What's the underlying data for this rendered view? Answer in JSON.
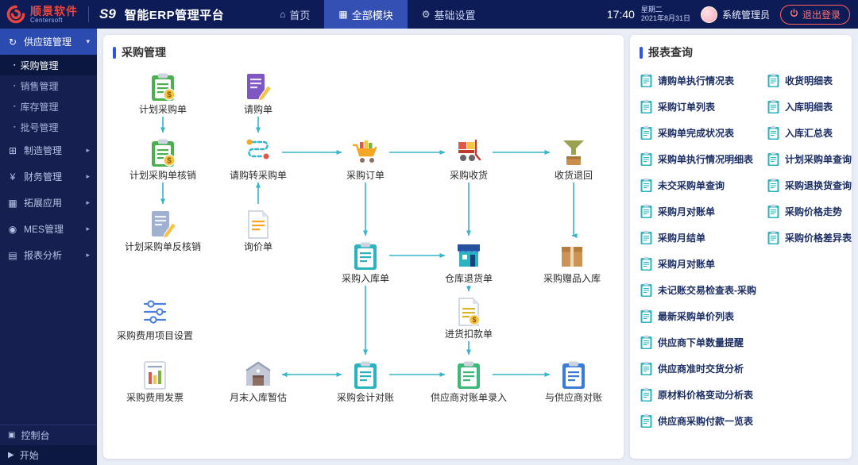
{
  "topbar": {
    "brand": {
      "name": "顺景软件",
      "sub": "Centersoft",
      "product": "S9",
      "platform": "智能ERP管理平台"
    },
    "nav": [
      {
        "label": "首页",
        "icon": "home",
        "active": false
      },
      {
        "label": "全部模块",
        "icon": "modules",
        "active": true
      },
      {
        "label": "基础设置",
        "icon": "settings",
        "active": false
      }
    ],
    "clock": {
      "time": "17:40",
      "weekday": "星期二",
      "date": "2021年8月31日"
    },
    "user": {
      "name": "系统管理员"
    },
    "logout_label": "退出登录"
  },
  "sidebar": {
    "groups": [
      {
        "label": "供应链管理",
        "icon": "supply-chain",
        "expanded": true,
        "children": [
          {
            "label": "采购管理",
            "active": true
          },
          {
            "label": "销售管理",
            "active": false
          },
          {
            "label": "库存管理",
            "active": false
          },
          {
            "label": "批号管理",
            "active": false
          }
        ]
      },
      {
        "label": "制造管理",
        "icon": "manufacturing"
      },
      {
        "label": "财务管理",
        "icon": "finance"
      },
      {
        "label": "拓展应用",
        "icon": "apps"
      },
      {
        "label": "MES管理",
        "icon": "mes"
      },
      {
        "label": "报表分析",
        "icon": "reports"
      }
    ],
    "footer": [
      {
        "label": "控制台",
        "icon": "console"
      },
      {
        "label": "开始",
        "icon": "start"
      }
    ]
  },
  "flow": {
    "title": "采购管理",
    "nodes": [
      {
        "label": "计划采购单",
        "icon": "clipboard",
        "color": "#4caf50",
        "badge": "$"
      },
      {
        "label": "请购单",
        "icon": "doc-pen",
        "color": "#7e57c2"
      },
      {
        "label": "计划采购单核销",
        "icon": "clipboard",
        "color": "#4caf50",
        "badge": "$"
      },
      {
        "label": "请购转采购单",
        "icon": "route"
      },
      {
        "label": "采购订单",
        "icon": "cart"
      },
      {
        "label": "采购收货",
        "icon": "trolley"
      },
      {
        "label": "收货退回",
        "icon": "funnel"
      },
      {
        "label": "计划采购单反核销",
        "icon": "doc-pen",
        "color": "#9fb0d0"
      },
      {
        "label": "询价单",
        "icon": "doc",
        "color": "#f5a623"
      },
      {
        "label": "采购入库单",
        "icon": "clipboard",
        "color": "#2bb3c0"
      },
      {
        "label": "仓库退货单",
        "icon": "store"
      },
      {
        "label": "采购赠品入库",
        "icon": "box"
      },
      {
        "label": "进货扣款单",
        "icon": "doc",
        "color": "#d8b429",
        "badge": "$"
      },
      {
        "label": "采购费用项目设置",
        "icon": "sliders"
      },
      {
        "label": "采购费用发票",
        "icon": "invoice"
      },
      {
        "label": "月末入库暂估",
        "icon": "warehouse"
      },
      {
        "label": "采购会计对账",
        "icon": "clipboard",
        "color": "#2bb3c0"
      },
      {
        "label": "供应商对账单录入",
        "icon": "clipboard",
        "color": "#3cb878"
      },
      {
        "label": "与供应商对账",
        "icon": "clipboard",
        "color": "#3a7bd5"
      }
    ],
    "edges": [
      {
        "from": 0,
        "to": 2
      },
      {
        "from": 2,
        "to": 7
      },
      {
        "from": 1,
        "to": 3
      },
      {
        "from": 8,
        "to": 3
      },
      {
        "from": 3,
        "to": 4
      },
      {
        "from": 4,
        "to": 5
      },
      {
        "from": 5,
        "to": 6
      },
      {
        "from": 4,
        "to": 9
      },
      {
        "from": 5,
        "to": 10
      },
      {
        "from": 6,
        "to": 11
      },
      {
        "from": 9,
        "to": 10
      },
      {
        "from": 9,
        "to": 16
      },
      {
        "from": 10,
        "to": 12
      },
      {
        "from": 12,
        "to": 17
      },
      {
        "from": 15,
        "to": 16,
        "double": true
      },
      {
        "from": 16,
        "to": 17
      },
      {
        "from": 17,
        "to": 18
      }
    ]
  },
  "reports": {
    "title": "报表查询",
    "icon_color": "#2bb3c0",
    "columns": [
      {
        "items": [
          "请购单执行情况表",
          "采购订单列表",
          "采购单完成状况表",
          "采购单执行情况明细表",
          "未交采购单查询",
          "采购月对账单",
          "采购月结单",
          "采购月对账单",
          "未记账交易检查表-采购",
          "最新采购单价列表",
          "供应商下单数量提醒",
          "供应商准时交货分析",
          "原材料价格变动分析表",
          "供应商采购付款一览表"
        ]
      },
      {
        "items": [
          "收货明细表",
          "入库明细表",
          "入库汇总表",
          "计划采购单查询",
          "采购退换货查询",
          "采购价格走势",
          "采购价格差异表"
        ]
      }
    ]
  },
  "colors": {
    "accent": "#2f54eb",
    "arrow": "#35b6c9",
    "topbar_bg": "#0d1c56",
    "sidebar_bg": "#162050",
    "active_blue": "#2b4bb0",
    "logout_red": "#ff5f5f"
  }
}
